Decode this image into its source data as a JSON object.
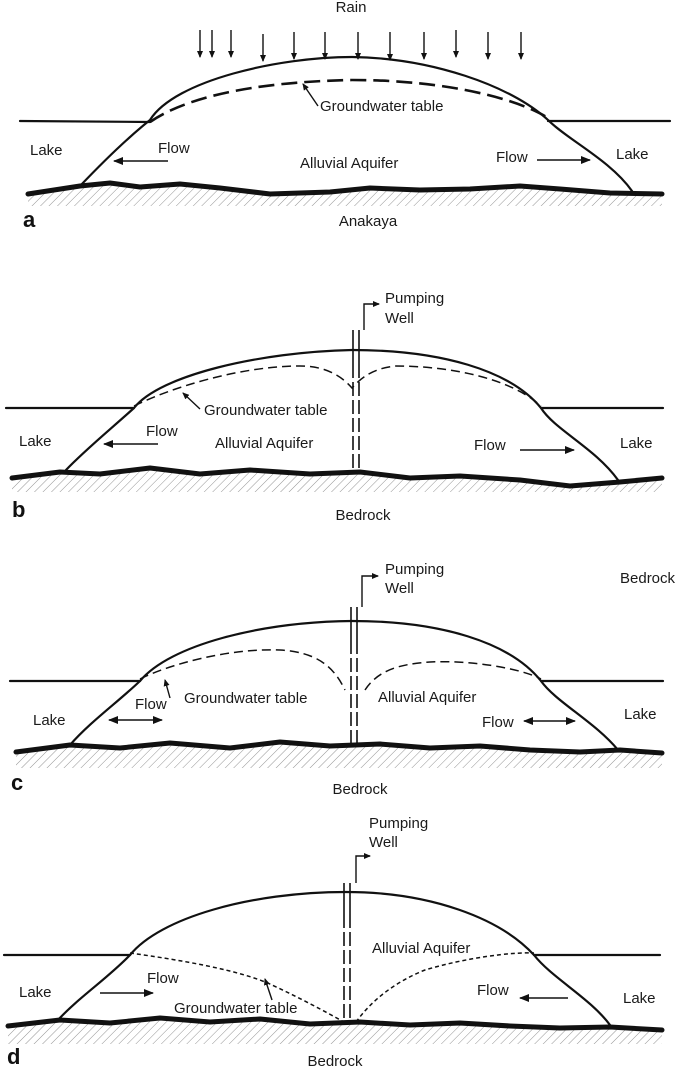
{
  "figure": {
    "panels": [
      {
        "letter": "a",
        "rain_label": "Rain",
        "groundwater_label": "Groundwater table",
        "aquifer_label": "Alluvial Aquifer",
        "lake_left": "Lake",
        "lake_right": "Lake",
        "flow_left": "Flow",
        "flow_right": "Flow",
        "base_label": "Anakaya"
      },
      {
        "letter": "b",
        "well_label_line1": "Pumping",
        "well_label_line2": "Well",
        "groundwater_label": "Groundwater table",
        "aquifer_label": "Alluvial Aquifer",
        "lake_left": "Lake",
        "lake_right": "Lake",
        "flow_left": "Flow",
        "flow_right": "Flow",
        "base_label": "Bedrock"
      },
      {
        "letter": "c",
        "well_label_line1": "Pumping",
        "well_label_line2": "Well",
        "corner_label": "Bedrock",
        "groundwater_label": "Groundwater table",
        "aquifer_label": "Alluvial Aquifer",
        "lake_left": "Lake",
        "lake_right": "Lake",
        "flow_left": "Flow",
        "flow_right": "Flow",
        "base_label": "Bedrock"
      },
      {
        "letter": "d",
        "well_label_line1": "Pumping",
        "well_label_line2": "Well",
        "aquifer_label": "Alluvial Aquifer",
        "lake_left": "Lake",
        "lake_right": "Lake",
        "flow_left": "Flow",
        "flow_right": "Flow",
        "groundwater_label": "Groundwater table",
        "base_label": "Bedrock"
      }
    ]
  }
}
